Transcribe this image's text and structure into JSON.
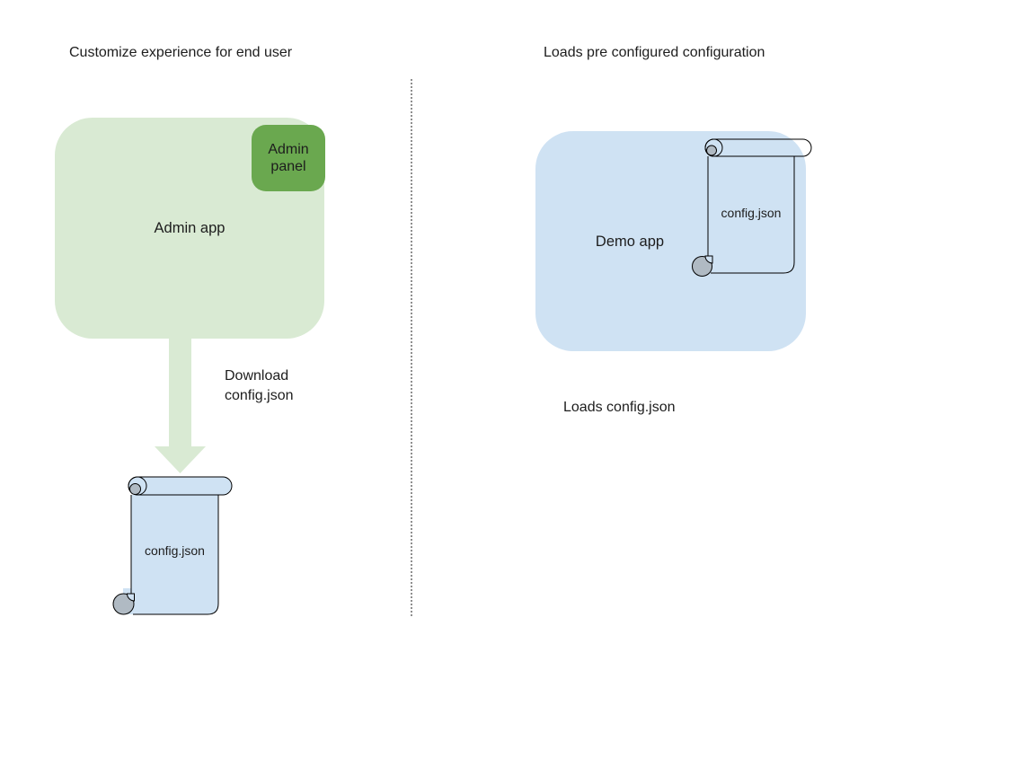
{
  "colors": {
    "app_green_light": "#d9ead3",
    "panel_green": "#6aa84f",
    "blue_light": "#cfe2f3",
    "curl_gray": "#b0bac3",
    "divider_gray": "#8f8f8f",
    "text_dark": "#1d1d1d"
  },
  "left_section": {
    "title": "Customize experience for end user",
    "admin_app_label": "Admin app",
    "admin_panel_label": "Admin panel",
    "arrow_caption": "Download\nconfig.json",
    "scroll_label": "config.json"
  },
  "right_section": {
    "title": "Loads pre configured configuration",
    "demo_app_label": "Demo app",
    "scroll_label": "config.json",
    "caption": "Loads config.json"
  }
}
